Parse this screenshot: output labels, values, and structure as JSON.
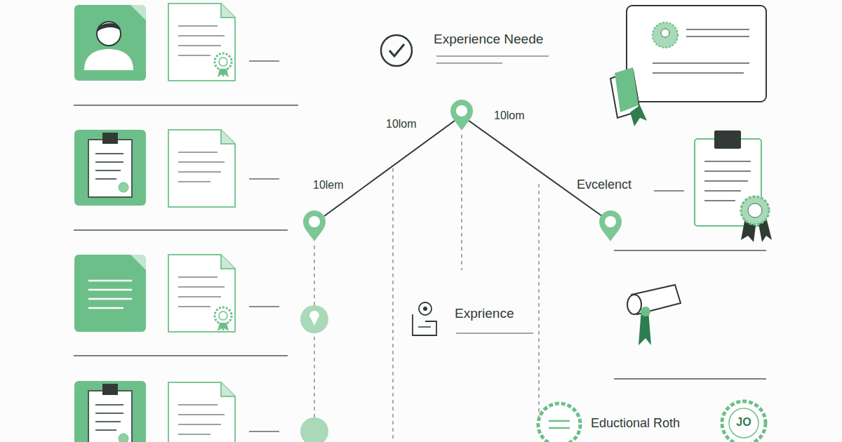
{
  "diagram": {
    "labels": [
      "Experience Neede",
      "10lem",
      "10lom",
      "10lom",
      "Evcelenct",
      "Exprience",
      "Eductional Roth",
      "JO"
    ]
  }
}
